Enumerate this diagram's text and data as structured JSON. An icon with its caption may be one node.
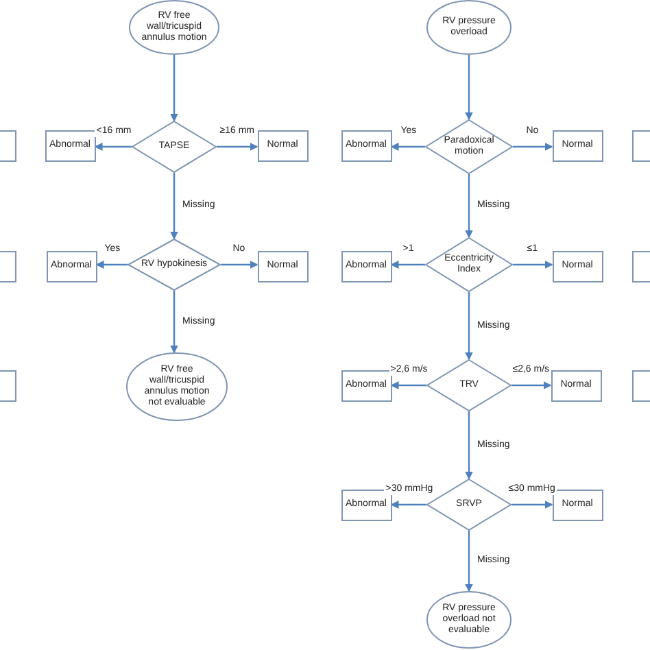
{
  "diagram": {
    "nodes": [
      {
        "text": [
          "RV free wall/tricuspid annulus motion"
        ]
      },
      {
        "text": [
          "TAPSE"
        ]
      },
      {
        "text": [
          "Abnormal"
        ]
      },
      {
        "text": [
          "Normal"
        ]
      },
      {
        "text": [
          "RV hypokinesis"
        ]
      },
      {
        "text": [
          "Abnormal"
        ]
      },
      {
        "text": [
          "Normal"
        ]
      },
      {
        "text": [
          "RV free wall/tricuspid annulus motion not evaluable"
        ]
      },
      {
        "text": [
          "RV pressure overload"
        ]
      },
      {
        "text": [
          "Paradoxical motion"
        ]
      },
      {
        "text": [
          "Abnormal"
        ]
      },
      {
        "text": [
          "Normal"
        ]
      },
      {
        "text": [
          "Eccentricity Index"
        ]
      },
      {
        "text": [
          "Abnormal"
        ]
      },
      {
        "text": [
          "Normal"
        ]
      },
      {
        "text": [
          "TRV"
        ]
      },
      {
        "text": [
          "Abnormal"
        ]
      },
      {
        "text": [
          "Normal"
        ]
      },
      {
        "text": [
          "SRVP"
        ]
      },
      {
        "text": [
          "Abnormal"
        ]
      },
      {
        "text": [
          "Normal"
        ]
      },
      {
        "text": [
          "RV pressure overload not evaluable"
        ]
      },
      {
        "text": [],
        "shape": "box"
      },
      {
        "text": [],
        "shape": "box"
      },
      {
        "text": [],
        "shape": "box"
      },
      {
        "text": [],
        "shape": "box"
      },
      {
        "text": [],
        "shape": "box"
      },
      {
        "text": [],
        "shape": "box"
      }
    ],
    "edges": [
      {
        "from": 0,
        "to": 1,
        "arrow": "to"
      },
      {
        "from": 1,
        "to": 2,
        "arrow": "to",
        "label": "<16 mm"
      },
      {
        "from": 1,
        "to": 3,
        "arrow": "to",
        "label": "≥16 mm"
      },
      {
        "from": 1,
        "to": 4,
        "arrow": "to",
        "label": "Missing"
      },
      {
        "from": 4,
        "to": 5,
        "arrow": "to",
        "label": "Yes"
      },
      {
        "from": 4,
        "to": 6,
        "arrow": "to",
        "label": "No"
      },
      {
        "from": 4,
        "to": 7,
        "arrow": "to",
        "label": "Missing"
      },
      {
        "from": 8,
        "to": 9,
        "arrow": "to"
      },
      {
        "from": 9,
        "to": 10,
        "arrow": "to",
        "label": "Yes"
      },
      {
        "from": 9,
        "to": 11,
        "arrow": "to",
        "label": "No"
      },
      {
        "from": 9,
        "to": 12,
        "arrow": "to",
        "label": "Missing"
      },
      {
        "from": 12,
        "to": 13,
        "arrow": "to",
        "label": ">1"
      },
      {
        "from": 12,
        "to": 14,
        "arrow": "to",
        "label": "≤1"
      },
      {
        "from": 12,
        "to": 15,
        "arrow": "to",
        "label": "Missing"
      },
      {
        "from": 15,
        "to": 16,
        "arrow": "to",
        "label": ">2,6 m/s"
      },
      {
        "from": 15,
        "to": 17,
        "arrow": "to",
        "label": "≤2,6 m/s"
      },
      {
        "from": 15,
        "to": 18,
        "arrow": "to",
        "label": "Missing"
      },
      {
        "from": 18,
        "to": 19,
        "arrow": "to",
        "label": ">30 mmHg"
      },
      {
        "from": 18,
        "to": 20,
        "arrow": "to",
        "label": "≤30 mmHg"
      },
      {
        "from": 18,
        "to": 21,
        "arrow": "to",
        "label": "Missing"
      }
    ]
  }
}
